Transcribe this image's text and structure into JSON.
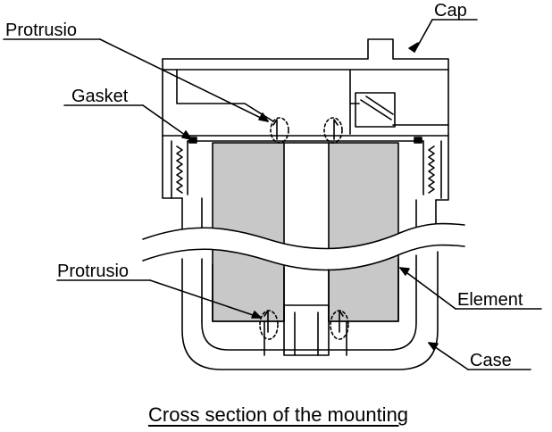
{
  "labels": {
    "cap": "Cap",
    "protrusion_top": "Protrusio",
    "gasket": "Gasket",
    "protrusion_bottom": "Protrusio",
    "element": "Element",
    "case": "Case"
  },
  "caption": "Cross section of the mounting",
  "colors": {
    "line": "#000000",
    "element_fill": "#c8c8c8",
    "background": "#ffffff"
  }
}
